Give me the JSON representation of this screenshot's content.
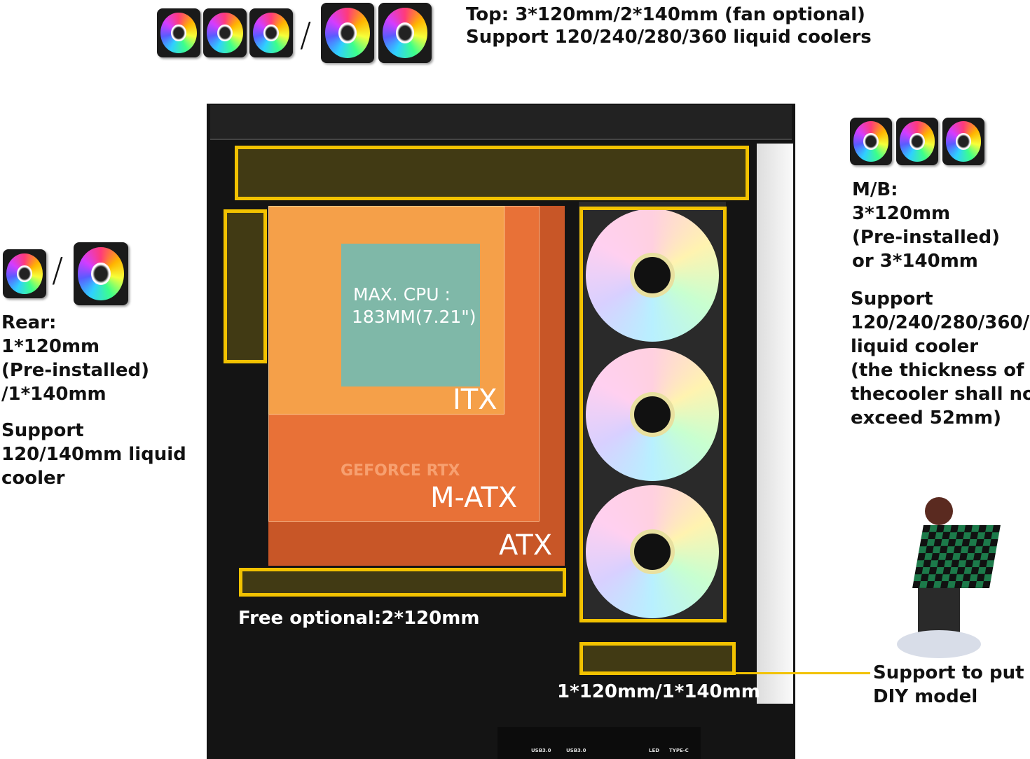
{
  "top": {
    "line1": "Top: 3*120mm/2*140mm (fan optional)",
    "line2": "Support 120/240/280/360 liquid coolers",
    "separator": "/"
  },
  "rear": {
    "lines": [
      "Rear:",
      "1*120mm",
      "(Pre-installed)",
      "/1*140mm"
    ],
    "support": [
      "Support",
      "120/140mm liquid",
      "cooler"
    ],
    "separator": "/"
  },
  "mb": {
    "lines": [
      "M/B:",
      "3*120mm",
      "(Pre-installed)",
      "or 3*140mm"
    ],
    "support": [
      "Support",
      "120/240/280/360/",
      "liquid cooler",
      "(the thickness of",
      "thecooler shall not",
      "exceed 52mm)"
    ]
  },
  "case": {
    "cpu": [
      "MAX. CPU :",
      "183MM(7.21\")"
    ],
    "itx": "ITX",
    "matx": "M-ATX",
    "atx": "ATX",
    "gpu_brand": "GEFORCE RTX",
    "free_optional": "Free optional:2*120mm",
    "bottom_fan": "1*120mm/1*140mm",
    "io": [
      "USB3.0",
      "USB3.0",
      "LED",
      "TYPE-C"
    ]
  },
  "diy": {
    "lines": [
      "Support to put",
      "DIY model"
    ]
  },
  "colors": {
    "highlight": "#f2c200",
    "itx": "#f5a24a",
    "atx": "#e8622a",
    "cpu": "#7fb8a8"
  }
}
